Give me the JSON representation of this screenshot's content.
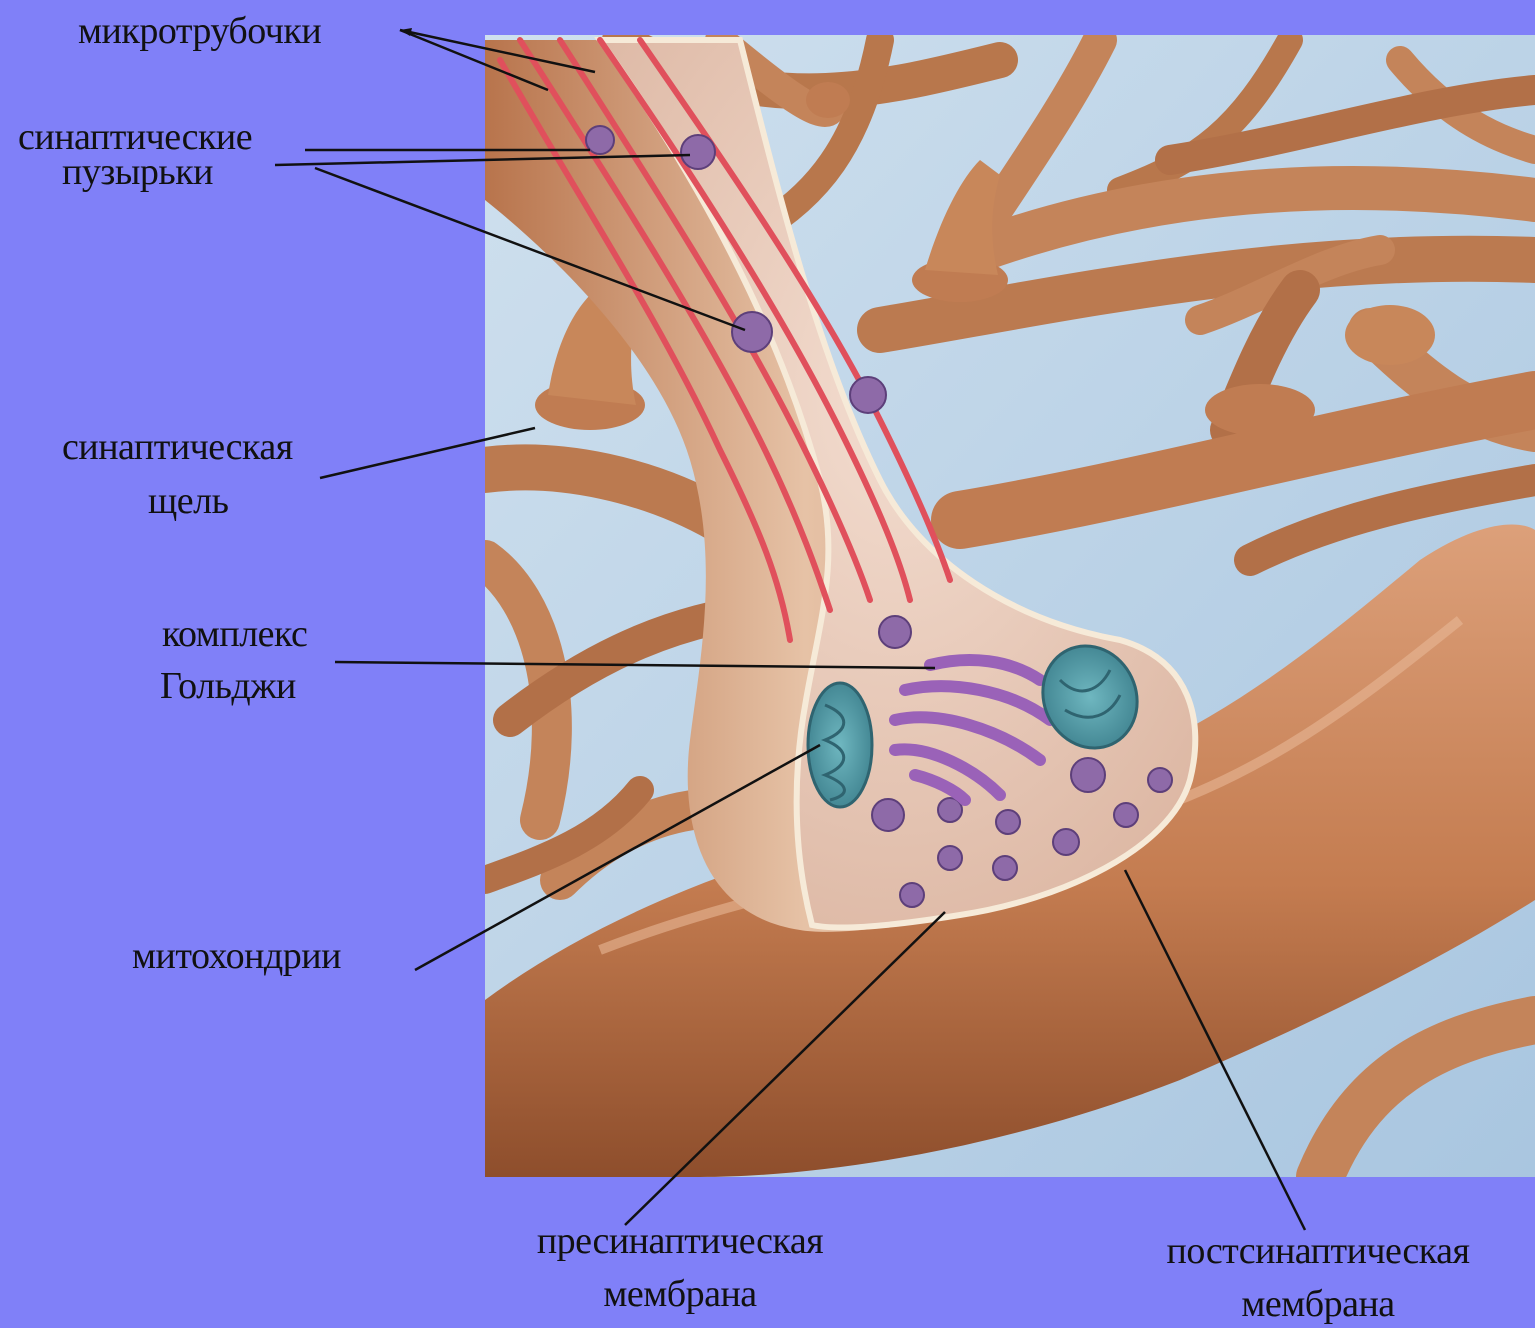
{
  "labels": {
    "microtubules": "микротрубочки",
    "vesicles_line1": "синаптические",
    "vesicles_line2": "пузырьки",
    "cleft_line1": "синаптическая",
    "cleft_line2": "щель",
    "golgi_line1": "комплекс",
    "golgi_line2": "Гольджи",
    "mitochondria": "митохондрии",
    "presynaptic_line1": "пресинаптическая",
    "presynaptic_line2": "мембрана",
    "postsynaptic_line1": "постсинаптическая",
    "postsynaptic_line2": "мембрана"
  },
  "colors": {
    "background": "#8080f8",
    "sky": "#b9d3e8",
    "neuron": "#c8875a",
    "neuron_dark": "#9a5c36",
    "terminal_inside": "#ecd2c2",
    "microtubule": "#e0505c",
    "mitochondria": "#4f9aa6",
    "golgi": "#9a62b8",
    "vesicle": "#8e6aa8",
    "pointer": "#111111"
  }
}
